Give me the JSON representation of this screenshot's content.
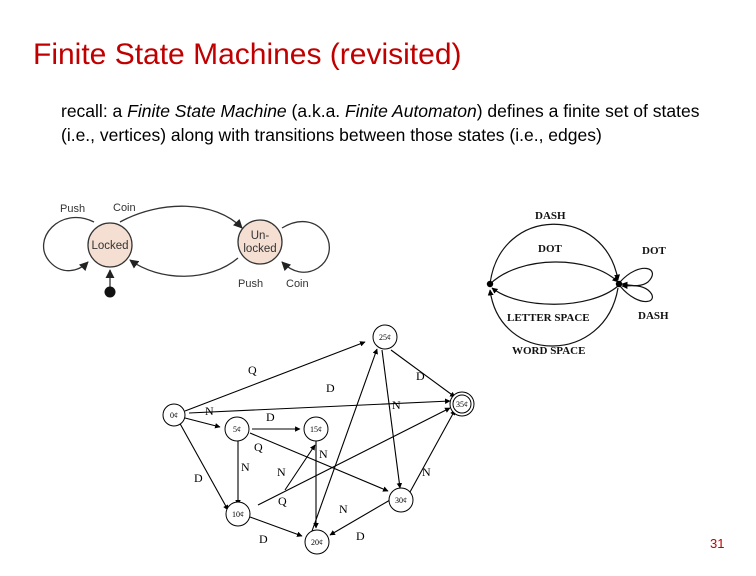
{
  "slide": {
    "title": "Finite State Machines (revisited)",
    "body": [
      {
        "text": "recall: a ",
        "italic": false
      },
      {
        "text": "Finite State Machine",
        "italic": true
      },
      {
        "text": " (a.k.a. ",
        "italic": false
      },
      {
        "text": "Finite Automaton",
        "italic": true
      },
      {
        "text": ") defines a finite set of states (i.e., vertices) along with transitions between those states (i.e., edges)",
        "italic": false
      }
    ],
    "page_number": "31"
  },
  "turnstile_diagram": {
    "states": {
      "locked": "Locked",
      "unlocked_line1": "Un-",
      "unlocked_line2": "locked"
    },
    "labels": {
      "push_left": "Push",
      "coin_top": "Coin",
      "push_bottom": "Push",
      "coin_bottom": "Coin"
    },
    "colors": {
      "state_fill": "#f4dfd2"
    }
  },
  "morse_diagram": {
    "labels": {
      "dash_top": "DASH",
      "dot_mid": "DOT",
      "dot_right": "DOT",
      "dash_right": "DASH",
      "letter_space": "LETTER SPACE",
      "word_space": "WORD SPACE"
    }
  },
  "coin_diagram": {
    "states": {
      "s0": "0¢",
      "s5": "5¢",
      "s10": "10¢",
      "s15": "15¢",
      "s20": "20¢",
      "s25": "25¢",
      "s30": "30¢",
      "s35": "35¢"
    },
    "edge_labels": {
      "q_0_25": "Q",
      "d_25_35": "D",
      "d_0_15": "D",
      "n_0_5": "N",
      "d_5_15": "D",
      "n_20_35": "N",
      "q_5_30": "Q",
      "n_15_20": "N",
      "d_0_10": "D",
      "n_5_10": "N",
      "n_10_35": "N",
      "n_25_30": "N",
      "q_10_35": "Q",
      "n_30_20": "N",
      "d_10_20": "D",
      "d_20_35": "D"
    }
  }
}
